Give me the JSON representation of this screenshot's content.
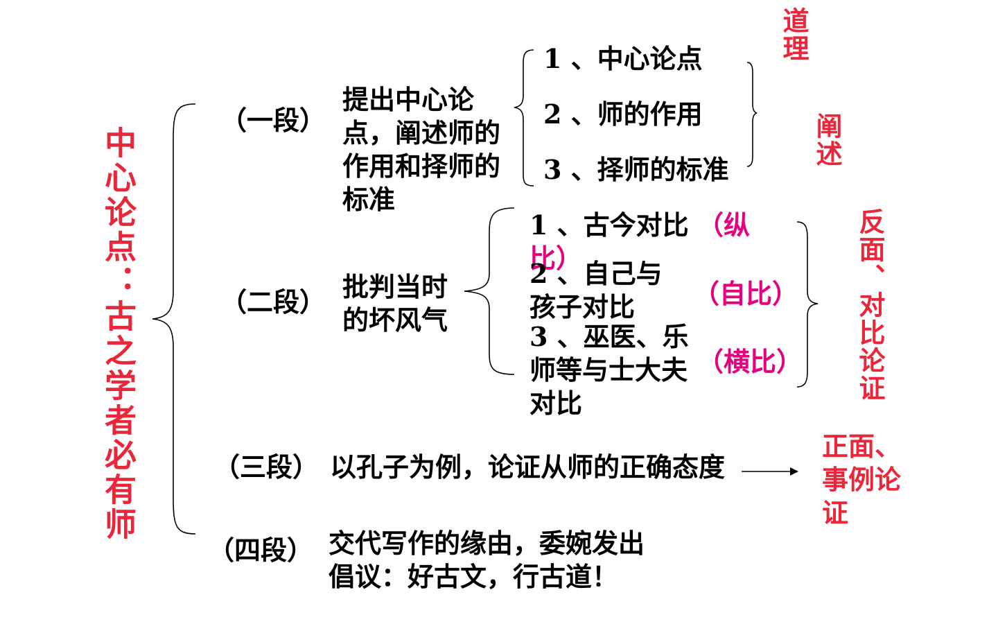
{
  "central_thesis": "中心论点：古之学者必有师",
  "sections": [
    {
      "label": "（一段）",
      "summary": "提出中心论点，阐述师的作用和择师的标准",
      "points": [
        "1 、中心论点",
        "2 、师的作用",
        "3 、择师的标准"
      ],
      "side_labels": [
        "道理",
        "阐述"
      ]
    },
    {
      "label": "（二段）",
      "summary": "批判当时的坏风气",
      "points": [
        {
          "text": "1 、古今对比",
          "note": "（纵比）"
        },
        {
          "text": "2 、自己与孩子对比",
          "note": "（自比）"
        },
        {
          "text": "3 、巫医、乐师等与士大夫对比",
          "note": "（横比）"
        }
      ],
      "side_label": "反面、对比论证"
    },
    {
      "label": "（三段）",
      "summary": "以孔子为例，论证从师的正确态度",
      "side_label": "正面、事例论证"
    },
    {
      "label": "（四段）",
      "summary": "交代写作的缘由，委婉发出倡议：好古文，行古道！"
    }
  ],
  "colors": {
    "text": "#000000",
    "red": "#e8283a",
    "magenta": "#e6007e",
    "background": "#ffffff"
  }
}
